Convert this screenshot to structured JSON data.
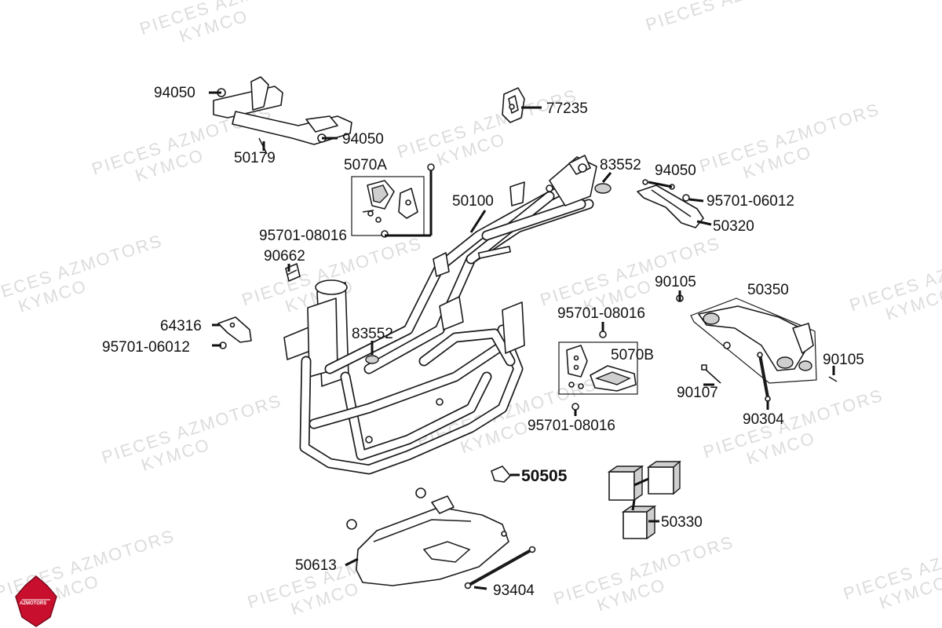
{
  "watermark": {
    "line1": "PIECES AZMOTORS",
    "line2": "KYMCO"
  },
  "logo": {
    "text": "AZMOTORS",
    "color": "#c8102e"
  },
  "callouts": {
    "p94050_top": "94050",
    "p94050_mid": "94050",
    "p50179": "50179",
    "p77235": "77235",
    "p5070A": "5070A",
    "p83552_top": "83552",
    "p94050_right": "94050",
    "p50100": "50100",
    "p95701_06012_right": "95701-06012",
    "p50320": "50320",
    "p95701_08016_a": "95701-08016",
    "p90662": "90662",
    "p90105_top": "90105",
    "p50350": "50350",
    "p64316": "64316",
    "p95701_08016_b": "95701-08016",
    "p83552_mid": "83552",
    "p95701_06012_left": "95701-06012",
    "p5070B": "5070B",
    "p90105_right": "90105",
    "p90107": "90107",
    "p90304": "90304",
    "p95701_08016_c": "95701-08016",
    "p50505": "50505",
    "p50330": "50330",
    "p50613": "50613",
    "p93404": "93404"
  }
}
